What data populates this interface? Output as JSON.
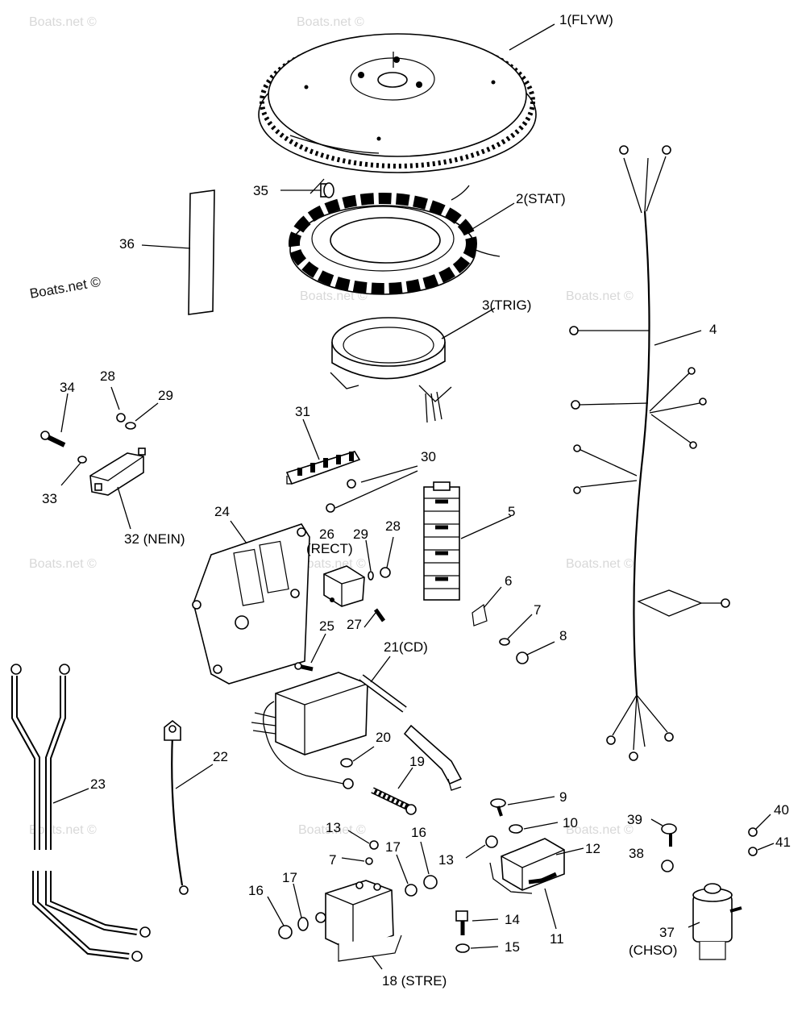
{
  "watermark_text": "Boats.net ©",
  "labels": {
    "p1": "1(FLYW)",
    "p2": "2(STAT)",
    "p3": "3(TRIG)",
    "p4": "4",
    "p5": "5",
    "p6": "6",
    "p7a": "7",
    "p7b": "7",
    "p8": "8",
    "p9": "9",
    "p10": "10",
    "p11": "11",
    "p12": "12",
    "p13a": "13",
    "p13b": "13",
    "p14": "14",
    "p15": "15",
    "p16a": "16",
    "p16b": "16",
    "p17a": "17",
    "p17b": "17",
    "p18": "18 (STRE)",
    "p19": "19",
    "p20": "20",
    "p21": "21(CD)",
    "p22": "22",
    "p23": "23",
    "p24": "24",
    "p25": "25",
    "p26": "26",
    "p26b": "(RECT)",
    "p27": "27",
    "p28a": "28",
    "p28b": "28",
    "p29a": "29",
    "p29b": "29",
    "p30": "30",
    "p31": "31",
    "p32": "32 (NEIN)",
    "p33": "33",
    "p34": "34",
    "p35": "35",
    "p36": "36",
    "p37": "37",
    "p37b": "(CHSO)",
    "p38": "38",
    "p39": "39",
    "p40": "40",
    "p41": "41"
  }
}
